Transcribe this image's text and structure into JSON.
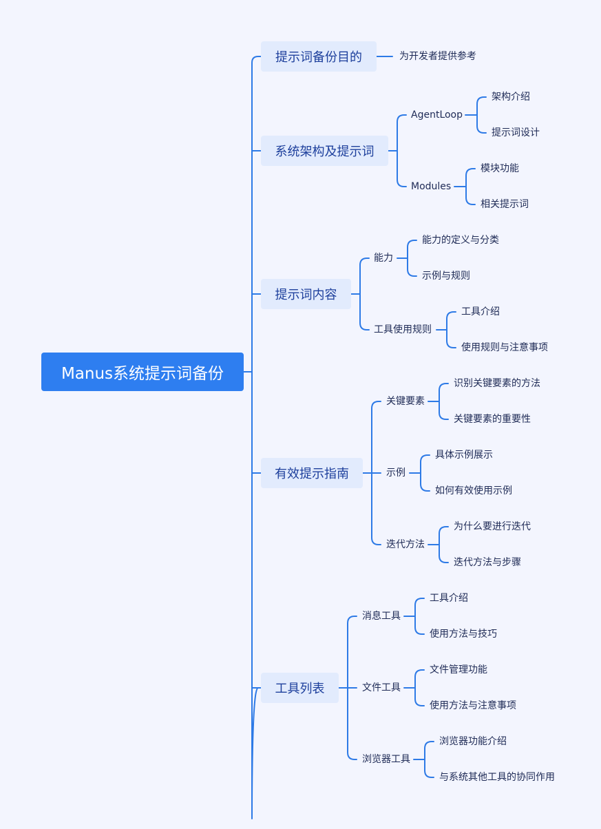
{
  "root": {
    "label": "Manus系统提示词备份"
  },
  "branches": [
    {
      "label": "提示词备份目的",
      "children": [
        {
          "label": "为开发者提供参考"
        }
      ]
    },
    {
      "label": "系统架构及提示词",
      "children": [
        {
          "label": "AgentLoop",
          "children": [
            {
              "label": "架构介绍"
            },
            {
              "label": "提示词设计"
            }
          ]
        },
        {
          "label": "Modules",
          "children": [
            {
              "label": "模块功能"
            },
            {
              "label": "相关提示词"
            }
          ]
        }
      ]
    },
    {
      "label": "提示词内容",
      "children": [
        {
          "label": "能力",
          "children": [
            {
              "label": "能力的定义与分类"
            },
            {
              "label": "示例与规则"
            }
          ]
        },
        {
          "label": "工具使用规则",
          "children": [
            {
              "label": "工具介绍"
            },
            {
              "label": "使用规则与注意事项"
            }
          ]
        }
      ]
    },
    {
      "label": "有效提示指南",
      "children": [
        {
          "label": "关键要素",
          "children": [
            {
              "label": "识别关键要素的方法"
            },
            {
              "label": "关键要素的重要性"
            }
          ]
        },
        {
          "label": "示例",
          "children": [
            {
              "label": "具体示例展示"
            },
            {
              "label": "如何有效使用示例"
            }
          ]
        },
        {
          "label": "迭代方法",
          "children": [
            {
              "label": "为什么要进行迭代"
            },
            {
              "label": "迭代方法与步骤"
            }
          ]
        }
      ]
    },
    {
      "label": "工具列表",
      "children": [
        {
          "label": "消息工具",
          "children": [
            {
              "label": "工具介绍"
            },
            {
              "label": "使用方法与技巧"
            }
          ]
        },
        {
          "label": "文件工具",
          "children": [
            {
              "label": "文件管理功能"
            },
            {
              "label": "使用方法与注意事项"
            }
          ]
        },
        {
          "label": "浏览器工具",
          "children": [
            {
              "label": "浏览器功能介绍"
            },
            {
              "label": "与系统其他工具的协同作用"
            }
          ]
        }
      ]
    }
  ],
  "colors": {
    "accent": "#2e7ef0",
    "line": "#2d7ae6",
    "main_fill": "#e2ebfd",
    "background": "#f3f5fe"
  }
}
